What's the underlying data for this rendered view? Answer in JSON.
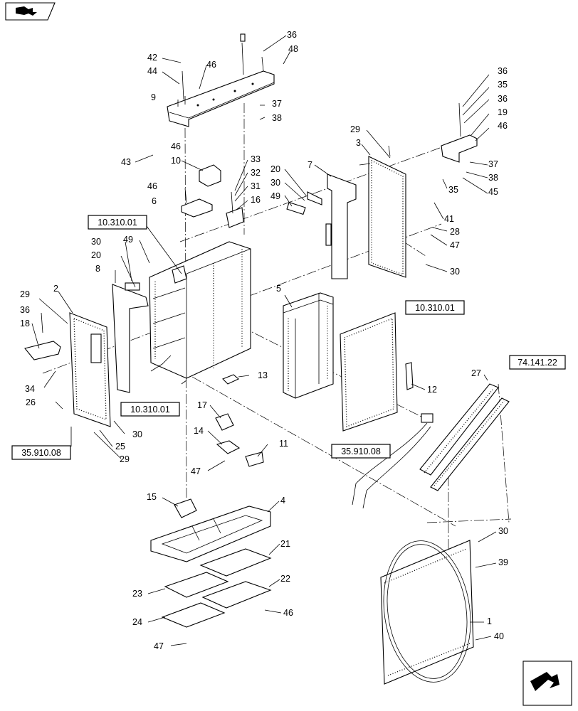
{
  "nav": {
    "prev_icon": "book-arrow-icon",
    "next_icon": "next-page-arrow-icon"
  },
  "ref_boxes": {
    "ref_a": "10.310.01",
    "ref_b": "10.310.01",
    "ref_c": "10.310.01",
    "ref_d": "35.910.08",
    "ref_e": "35.910.08",
    "ref_f": "74.141.22"
  },
  "callouts": {
    "c9": "9",
    "c42": "42",
    "c44": "44",
    "c46a": "46",
    "c36a": "36",
    "c48": "48",
    "c37a": "37",
    "c38a": "38",
    "c43": "43",
    "c46b": "46",
    "c10": "10",
    "c46c": "46",
    "c6": "6",
    "c33": "33",
    "c32": "32",
    "c31": "31",
    "c16": "16",
    "c29a": "29",
    "c3": "3",
    "c20a": "20",
    "c7": "7",
    "c30a": "30",
    "c49a": "49",
    "c36b": "36",
    "c35a": "35",
    "c36c": "36",
    "c19": "19",
    "c46d": "46",
    "c37b": "37",
    "c38b": "38",
    "c45": "45",
    "c35b": "35",
    "c41": "41",
    "c28": "28",
    "c47a": "47",
    "c30b": "30",
    "c49b": "49",
    "c30c": "30",
    "c20b": "20",
    "c8": "8",
    "c29b": "29",
    "c2": "2",
    "c36d": "36",
    "c18": "18",
    "c34": "34",
    "c26": "26",
    "c30d": "30",
    "c25": "25",
    "c29c": "29",
    "c5": "5",
    "c13": "13",
    "c12": "12",
    "c27": "27",
    "c17": "17",
    "c14": "14",
    "c11": "11",
    "c47b": "47",
    "c15": "15",
    "c4": "4",
    "c21": "21",
    "c22": "22",
    "c23": "23",
    "c24": "24",
    "c46e": "46",
    "c47c": "47",
    "c30e": "30",
    "c39": "39",
    "c1": "1",
    "c40": "40"
  }
}
